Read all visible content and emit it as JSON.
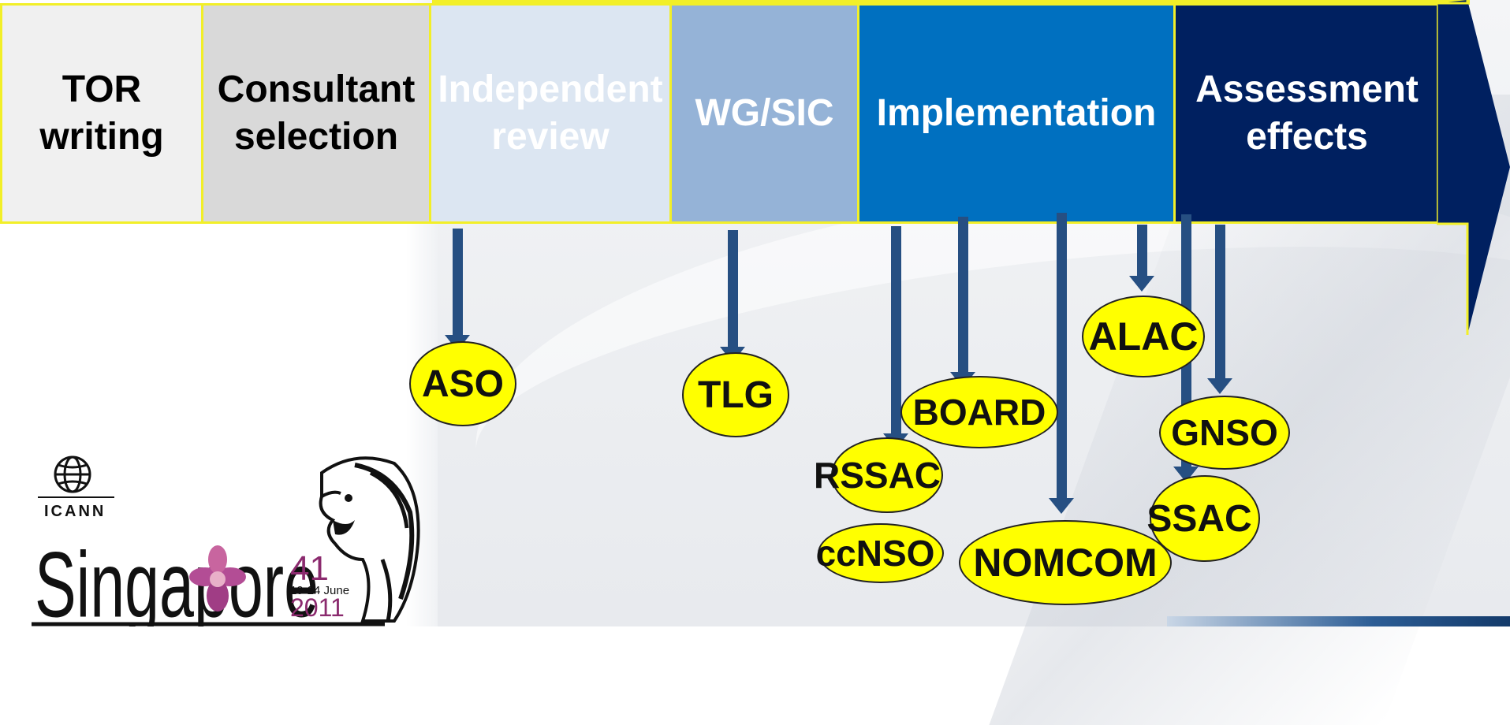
{
  "stages": [
    {
      "label": "TOR\nwriting",
      "bg": "#f0f0f0",
      "color": "#000000"
    },
    {
      "label": "Consultant\nselection",
      "bg": "#d9d9d9",
      "color": "#000000"
    },
    {
      "label": "Independent\nreview",
      "bg": "#dce6f2",
      "color": "#ffffff"
    },
    {
      "label": "WG/SIC",
      "bg": "#95b3d7",
      "color": "#ffffff"
    },
    {
      "label": "Implementation",
      "bg": "#0070c0",
      "color": "#ffffff"
    },
    {
      "label": "Assessment\neffects",
      "bg": "#002060",
      "color": "#ffffff"
    }
  ],
  "bubbles": [
    "ASO",
    "TLG",
    "RSSAC",
    "ccNSO",
    "BOARD",
    "NOMCOM",
    "ALAC",
    "GNSO",
    "SSAC"
  ],
  "logo": {
    "org": "ICANN",
    "city": "Singapore",
    "meeting_number": "41",
    "dates": "19-24 June",
    "year": "2011"
  },
  "colors": {
    "connector_arrow": "#264f82",
    "bubble_fill": "#ffff00",
    "stage_border": "#f2ef28",
    "timeline_arrow_head": "#002060"
  }
}
